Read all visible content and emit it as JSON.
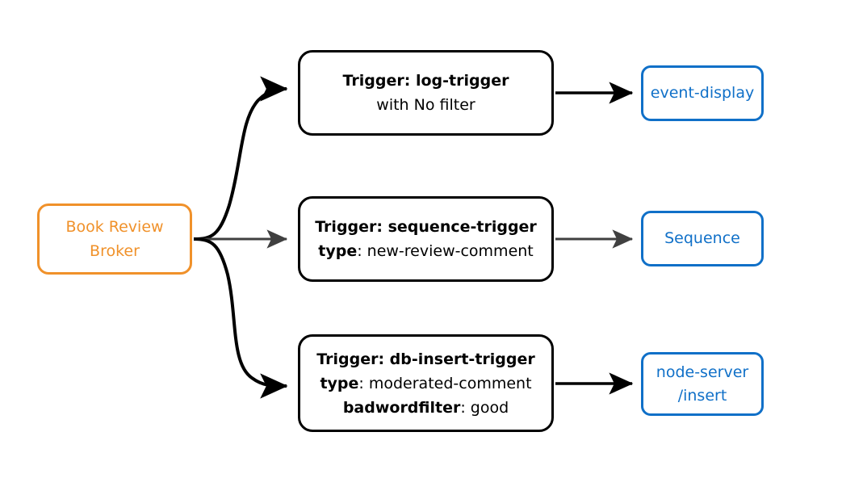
{
  "diagram": {
    "type": "flow-diagram",
    "background": "#ffffff",
    "colors": {
      "broker_accent": "#f0912a",
      "trigger_outline": "#000000",
      "target_accent": "#1070c8",
      "edge_black": "#000000",
      "edge_gray": "#404040"
    },
    "broker": {
      "line1": "Book Review",
      "line2": "Broker"
    },
    "triggers": [
      {
        "id": "log-trigger",
        "line1_key": "Trigger: log-trigger",
        "line2_key": "",
        "line2_value": "with No filter",
        "line3_key": "",
        "line3_value": ""
      },
      {
        "id": "sequence-trigger",
        "line1_key": "Trigger: sequence-trigger",
        "line2_key": "type",
        "line2_value": ": new-review-comment",
        "line3_key": "",
        "line3_value": ""
      },
      {
        "id": "db-insert-trigger",
        "line1_key": "Trigger: db-insert-trigger",
        "line2_key": "type",
        "line2_value": ": moderated-comment",
        "line3_key": "badwordfilter",
        "line3_value": ": good"
      }
    ],
    "targets": [
      {
        "id": "event-display",
        "line1": "event-display",
        "line2": ""
      },
      {
        "id": "sequence",
        "line1": "Sequence",
        "line2": ""
      },
      {
        "id": "node-server-insert",
        "line1": "node-server",
        "line2": "/insert"
      }
    ]
  }
}
